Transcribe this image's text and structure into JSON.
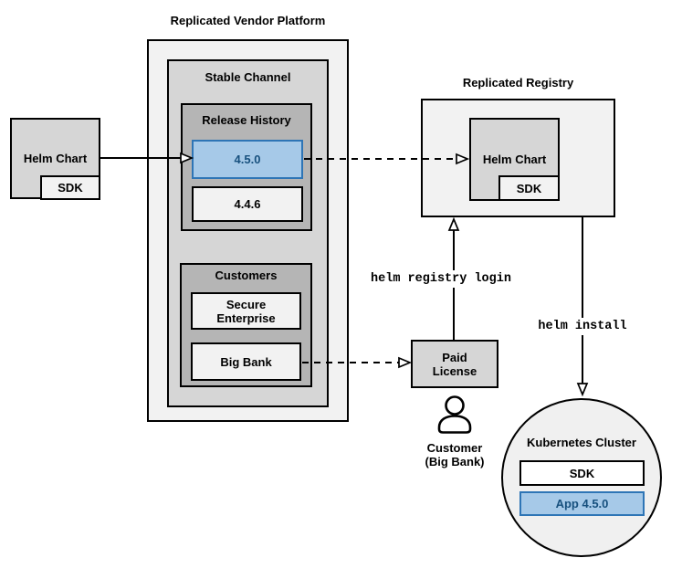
{
  "platform": {
    "title": "Replicated Vendor Platform",
    "stable_channel": {
      "title": "Stable Channel",
      "release_history": {
        "title": "Release History",
        "releases": [
          {
            "version": "4.5.0",
            "highlighted": true
          },
          {
            "version": "4.4.6",
            "highlighted": false
          }
        ]
      },
      "customers": {
        "title": "Customers",
        "items": [
          {
            "name": "Secure Enterprise"
          },
          {
            "name": "Big Bank"
          }
        ]
      }
    }
  },
  "vendor_source": {
    "helm_chart": "Helm Chart",
    "sdk": "SDK"
  },
  "registry": {
    "title": "Replicated Registry",
    "helm_chart": "Helm Chart",
    "sdk": "SDK"
  },
  "license": {
    "label": "Paid License"
  },
  "customer": {
    "name": "Customer",
    "org": "(Big Bank)"
  },
  "cluster": {
    "title": "Kubernetes Cluster",
    "sdk": "SDK",
    "app": "App 4.5.0"
  },
  "commands": {
    "registry_login": "helm registry login",
    "install": "helm install"
  },
  "icons": [
    {
      "name": "person-icon",
      "meaning": "customer user"
    }
  ],
  "colors": {
    "highlight_fill": "#a6c9e8",
    "highlight_border": "#2e75b6",
    "highlight_text": "#17507e",
    "container_light_gray": "#f2f2f2",
    "channel_gray": "#d6d6d6",
    "group_dark_gray": "#b5b5b5",
    "circle_gray": "#f0f0f0",
    "line_black": "#000000"
  }
}
